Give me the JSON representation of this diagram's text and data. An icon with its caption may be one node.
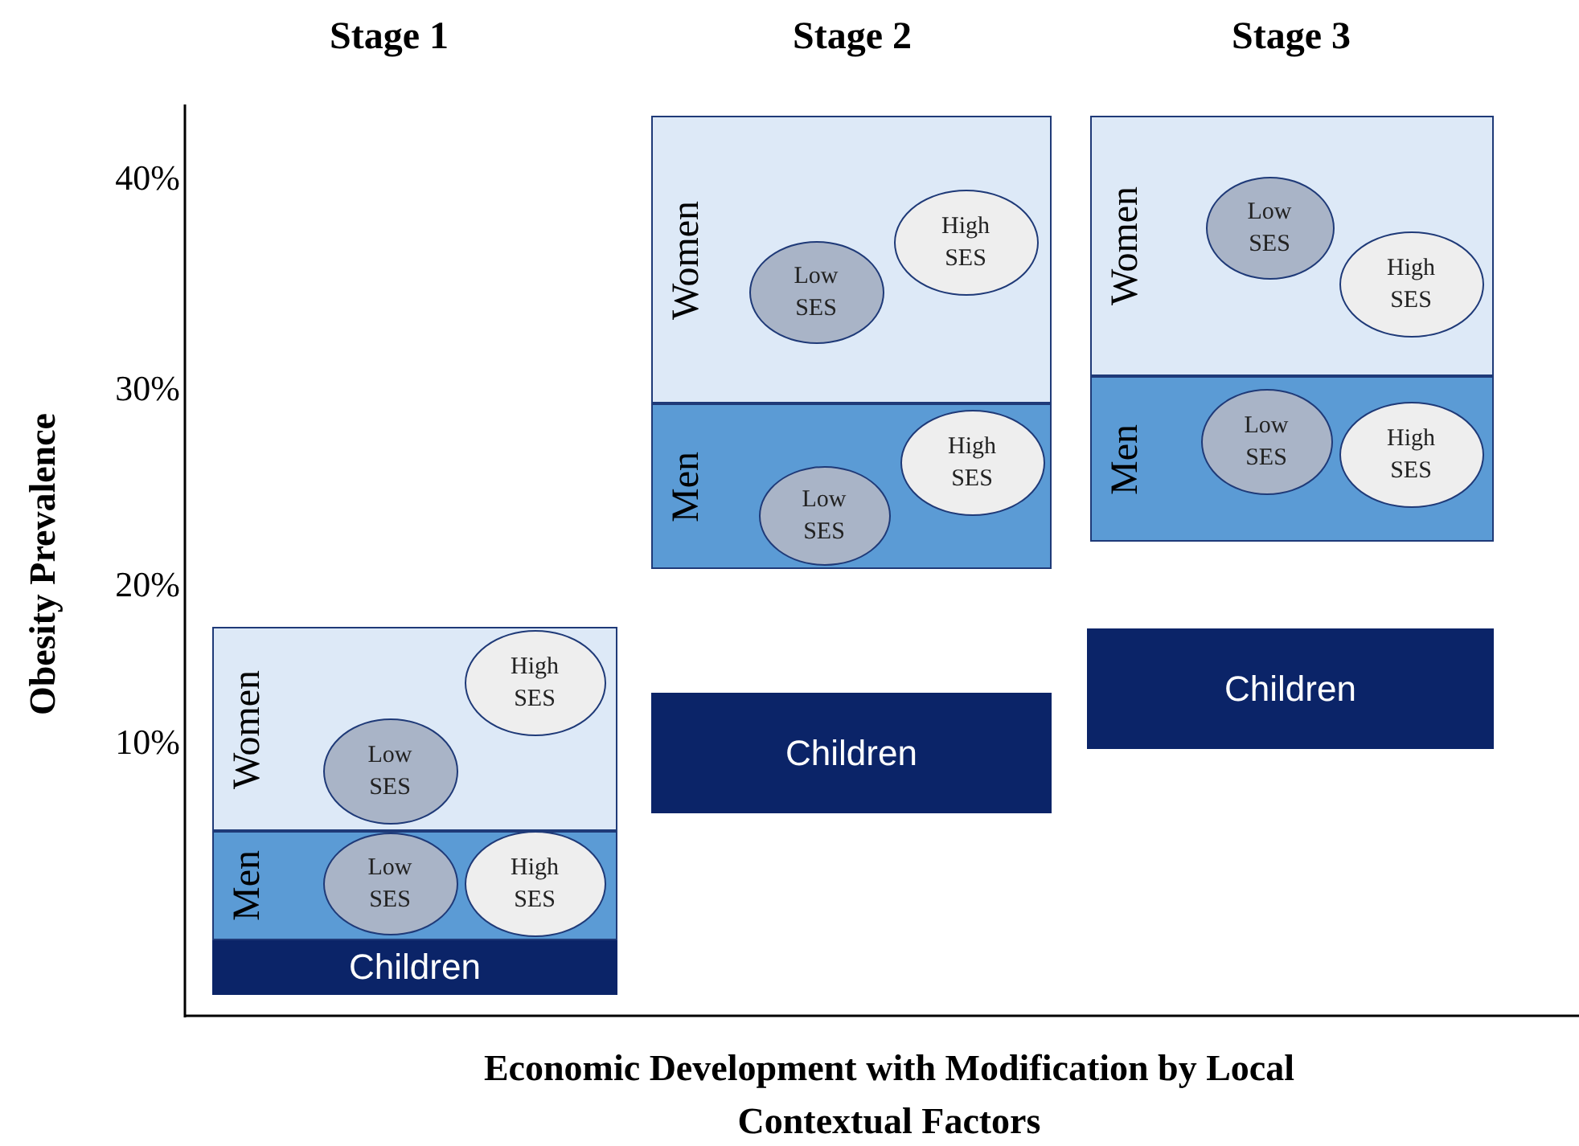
{
  "diagram": {
    "nodes": [
      {
        "text": [
          "Women"
        ]
      },
      {
        "text": [
          "Low SES"
        ],
        "in": 0
      },
      {
        "text": [
          "High SES"
        ],
        "in": 0
      },
      {
        "text": [
          "Men"
        ]
      },
      {
        "text": [
          "Low SES"
        ],
        "in": 3
      },
      {
        "text": [
          "High SES"
        ],
        "in": 3
      },
      {
        "text": [
          "Children"
        ]
      },
      {
        "text": [
          "Women"
        ]
      },
      {
        "text": [
          "Low SES"
        ],
        "in": 7
      },
      {
        "text": [
          "High SES"
        ],
        "in": 7
      },
      {
        "text": [
          "Men"
        ]
      },
      {
        "text": [
          "Low SES"
        ],
        "in": 10
      },
      {
        "text": [
          "High SES"
        ],
        "in": 10
      },
      {
        "text": [
          "Children"
        ]
      },
      {
        "text": [
          "Women"
        ]
      },
      {
        "text": [
          "Low SES"
        ],
        "in": 14
      },
      {
        "text": [
          "High SES"
        ],
        "in": 14
      },
      {
        "text": [
          "Men"
        ]
      },
      {
        "text": [
          "Low SES"
        ],
        "in": 17
      },
      {
        "text": [
          "High SES"
        ],
        "in": 17
      },
      {
        "text": [
          "Children"
        ]
      }
    ],
    "labels": [
      "Stage 1",
      "Stage 2",
      "Stage 3",
      "40%",
      "30%",
      "20%",
      "10%",
      "Obesity Prevalence",
      "Economic Development with Modification by Local Contextual Factors"
    ]
  }
}
